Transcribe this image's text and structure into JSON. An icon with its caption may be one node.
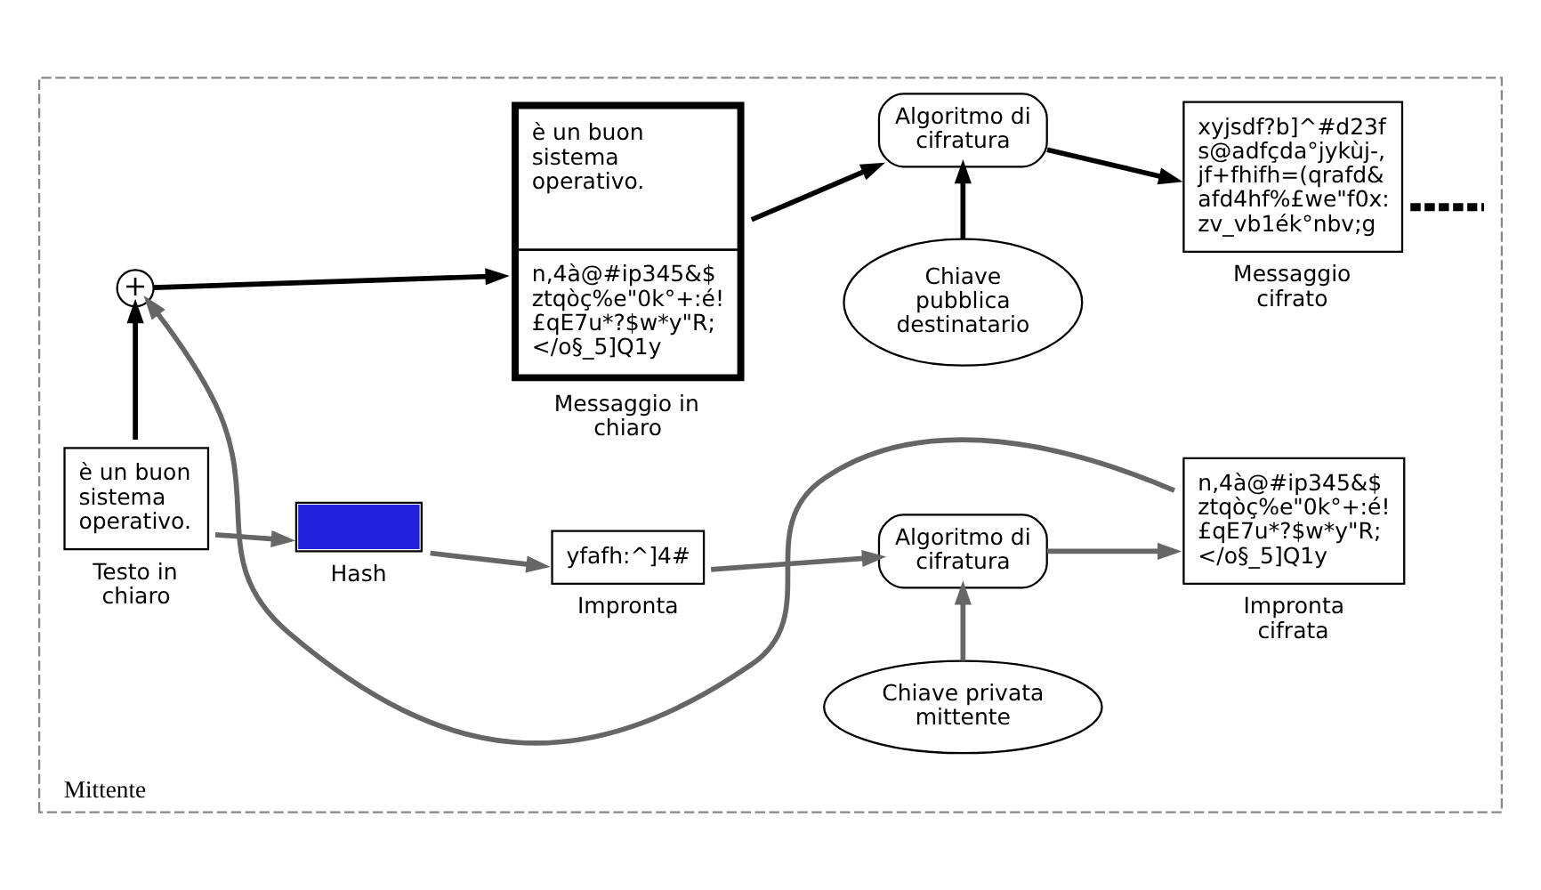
{
  "diagram": {
    "nodes": [
      {
        "text": [
          "Mittente"
        ]
      },
      {
        "text": [
          "è un buon sistema operativo."
        ],
        "beside": [
          "Testo in chiaro"
        ],
        "in": 0
      },
      {
        "text": [],
        "shape": "box",
        "beside": [
          "Hash"
        ],
        "in": 0
      },
      {
        "text": [
          "yfafh:^]4#"
        ],
        "beside": [
          "Impronta"
        ],
        "in": 0
      },
      {
        "text": [
          "Algoritmo di cifratura"
        ],
        "in": 0
      },
      {
        "text": [
          "Chiave privata mittente"
        ],
        "in": 0
      },
      {
        "text": [
          "n,4à@#ip345&$ ztqòç%e\"0k°+:é! £qE7u*?$w*y\"R; </o§_5]Q1y"
        ],
        "beside": [
          "Impronta cifrata"
        ],
        "in": 0
      },
      {
        "text": [
          "+"
        ],
        "in": 0
      },
      {
        "text": [
          "è un buon sistema operativo.",
          "n,4à@#ip345&$ ztqòç%e\"0k°+:é! £qE7u*?$w*y\"R; </o§_5]Q1y"
        ],
        "beside": [
          "Messaggio in chiaro"
        ],
        "in": 0
      },
      {
        "text": [
          "Algoritmo di cifratura"
        ],
        "in": 0
      },
      {
        "text": [
          "Chiave pubblica destinatario"
        ],
        "in": 0
      },
      {
        "text": [
          "xyjsdf?b]^#d23f s@adfçda°jykùj-, jf+fhifh=(qrafd& afd4hf%£we\"f0x: zv_vb1ék°nbv;g"
        ],
        "beside": [
          "Messaggio cifrato"
        ],
        "in": 0
      }
    ],
    "edges": [
      {
        "from": 1,
        "to": 2,
        "arrow": "to",
        "color": "#666666"
      },
      {
        "from": 2,
        "to": 3,
        "arrow": "to",
        "color": "#666666"
      },
      {
        "from": 3,
        "to": 4,
        "arrow": "to",
        "color": "#666666"
      },
      {
        "from": 5,
        "to": 4,
        "arrow": "to",
        "color": "#666666"
      },
      {
        "from": 4,
        "to": 6,
        "arrow": "to",
        "color": "#666666"
      },
      {
        "from": 6,
        "to": 7,
        "arrow": "to",
        "color": "#666666"
      },
      {
        "from": 1,
        "to": 7,
        "arrow": "to",
        "color": "#000000"
      },
      {
        "from": 7,
        "to": 8,
        "arrow": "to",
        "color": "#000000"
      },
      {
        "from": 8,
        "to": 9,
        "arrow": "to",
        "color": "#000000"
      },
      {
        "from": 10,
        "to": 9,
        "arrow": "to",
        "color": "#000000"
      },
      {
        "from": 9,
        "to": 11,
        "arrow": "to",
        "color": "#000000"
      },
      {
        "from": 11,
        "to": null,
        "arrow": "none",
        "style": "dashed",
        "color": "#000000"
      }
    ]
  }
}
